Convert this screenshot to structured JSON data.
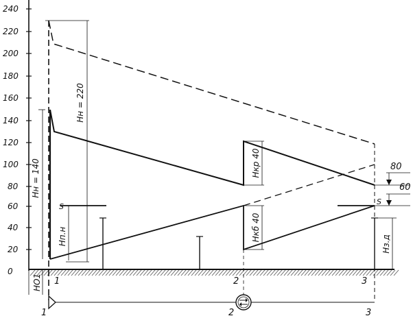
{
  "y_axis": {
    "ticks": [
      "240",
      "220",
      "200",
      "180",
      "160",
      "140",
      "120",
      "100",
      "80",
      "60",
      "40",
      "20",
      "0"
    ]
  },
  "labels": {
    "hn220": "Hн = 220",
    "hn140": "Hн = 140",
    "hkp40": "Hкр 40",
    "hkd40": "Hкб 40",
    "hpn": "Hп.н",
    "hzd": "Hз.д",
    "ho1": "HO1",
    "s_left": "S",
    "s_right": "S",
    "label80": "80",
    "label60": "60"
  },
  "stations": {
    "ground": [
      "1",
      "2",
      "3"
    ],
    "pipeline": [
      "1",
      "2",
      "3"
    ]
  }
}
